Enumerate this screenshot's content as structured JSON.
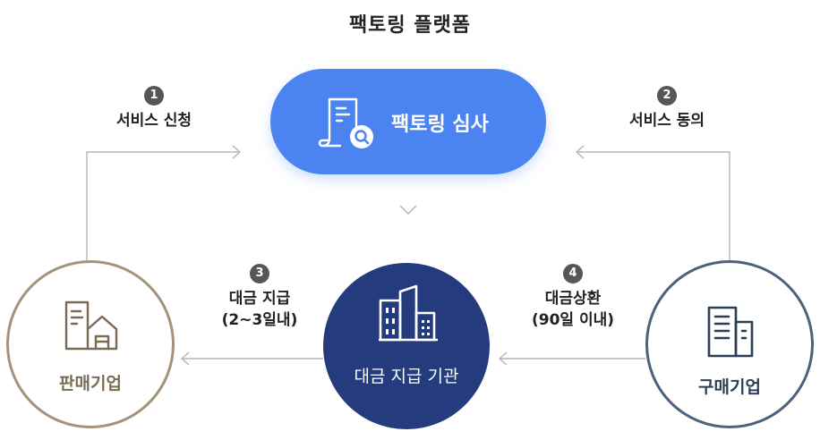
{
  "title": "팩토링 플랫폼",
  "platform": {
    "label": "팩토링 심사",
    "icon": "document-search-icon"
  },
  "seller": {
    "label": "판매기업",
    "icon": "store-building-icon"
  },
  "buyer": {
    "label": "구매기업",
    "icon": "office-building-icon"
  },
  "bank": {
    "label": "대금 지급 기관",
    "icon": "city-buildings-icon"
  },
  "steps": [
    {
      "num": "1",
      "line1": "서비스 신청",
      "line2": ""
    },
    {
      "num": "2",
      "line1": "서비스 동의",
      "line2": ""
    },
    {
      "num": "3",
      "line1": "대금 지급",
      "line2": "(2~3일내)"
    },
    {
      "num": "4",
      "line1": "대금상환",
      "line2": "(90일 이내)"
    }
  ],
  "colors": {
    "platform": "#4b84f0",
    "bank": "#243c7d",
    "seller_border": "#a4927a",
    "buyer_border": "#4d607c",
    "connector": "#b5b5b5"
  }
}
